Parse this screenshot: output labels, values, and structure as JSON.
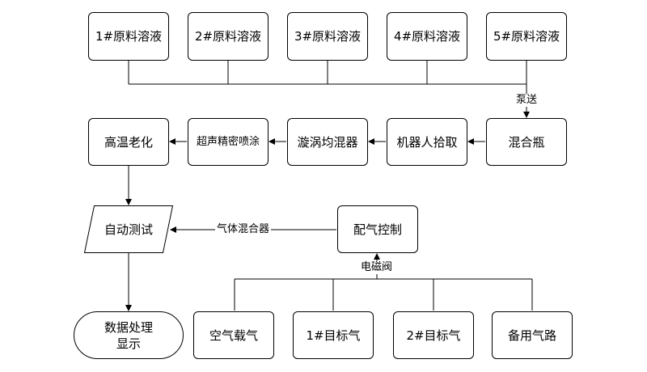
{
  "nodes": {
    "sol1": "1#原料溶液",
    "sol2": "2#原料溶液",
    "sol3": "3#原料溶液",
    "sol4": "4#原料溶液",
    "sol5": "5#原料溶液",
    "mix_bottle": "混合瓶",
    "robot": "机器人拾取",
    "vortex": "漩涡均混器",
    "spray": "超声精密喷涂",
    "aging": "高温老化",
    "auto_test": "自动测试",
    "gas_control": "配气控制",
    "data": "数据处理\n显示",
    "air": "空气载气",
    "gas1": "1#目标气",
    "gas2": "2#目标气",
    "backup": "备用气路"
  },
  "edges": {
    "pump": "泵送",
    "gas_mixer": "气体混合器",
    "valve": "电磁阀"
  }
}
